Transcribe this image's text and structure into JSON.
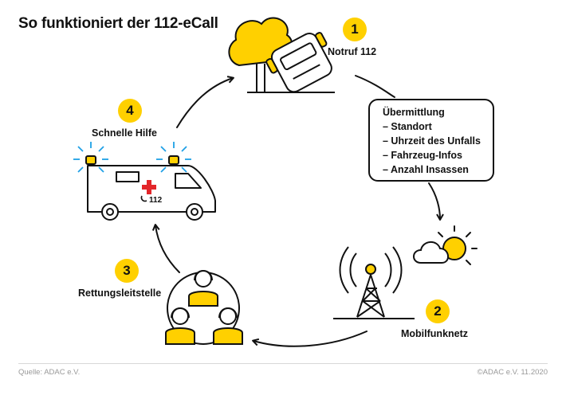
{
  "title": "So funktioniert der 112-eCall",
  "steps": [
    {
      "number": "1",
      "label": "Notruf 112"
    },
    {
      "number": "2",
      "label": "Mobilfunknetz"
    },
    {
      "number": "3",
      "label": "Rettungsleitstelle"
    },
    {
      "number": "4",
      "label": "Schnelle Hilfe"
    }
  ],
  "info_box": {
    "heading": "Übermittlung",
    "items": [
      "– Standort",
      "– Uhrzeit des Unfalls",
      "– Fahrzeug-Infos",
      "– Anzahl Insassen"
    ]
  },
  "ambulance_phone": "112",
  "footer": {
    "source": "Quelle: ADAC e.V.",
    "copyright": "©ADAC e.V.  11.2020"
  },
  "colors": {
    "accent": "#FFD000",
    "ink": "#111111",
    "cross": "#E3262A",
    "siren": "#1EA0E6",
    "footer_text": "#999999"
  }
}
